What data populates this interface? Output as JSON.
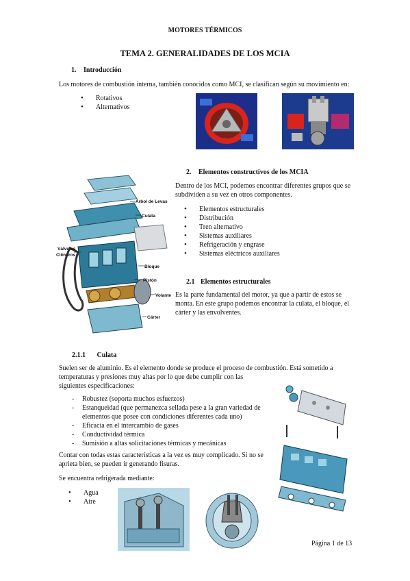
{
  "header": {
    "text": "MOTORES TÉRMICOS"
  },
  "title": "TEMA 2. GENERALIDADES DE LOS MCIA",
  "section1": {
    "number": "1.",
    "title": "Introducción",
    "paragraph": "Los motores de combustión interna, también conocidos como MCI, se clasifican según su movimiento en:",
    "items": [
      "Rotativos",
      "Alternativos"
    ]
  },
  "section2": {
    "number": "2.",
    "title": "Elementos constructivos de los MCIA",
    "paragraph_lines": [
      "Dentro de los MCI, podemos encontrar diferentes grupos que se",
      "subdividen a su vez en otros componentes."
    ],
    "items": [
      "Elementos estructurales",
      "Distribución",
      "Tren alternativo",
      "Sistemas auxiliares",
      "Refrigeración y engrase",
      "Sistemas eléctricos auxiliares"
    ]
  },
  "section21": {
    "number": "2.1",
    "title": "Elementos estructurales",
    "paragraph_lines": [
      "Es la parte fundamental del motor, ya que a partir de estos se",
      "monta. En este grupo podemos encontrar la culata, el bloque, el",
      "cárter y las envolventes."
    ]
  },
  "engine_labels": {
    "arbol": "Árbol de Levas",
    "culata": "Culata",
    "valvulas": "Válvulas",
    "cilindros": "Cilindros",
    "bloque": "Bloque",
    "piston": "Pistón",
    "volante": "Volante",
    "carter": "Cárter"
  },
  "section211": {
    "number": "2.1.1",
    "title": "Culata",
    "paragraph_lines": [
      "Suelen ser de aluminio. Es el elemento donde se produce el proceso de combustión. Está sometido a",
      "temperaturas y presiones muy altas por lo que debe cumplir con las",
      "siguientes especificaciones:"
    ],
    "specs": [
      [
        "Robustez (soporta muchos esfuerzos)"
      ],
      [
        "Estanqueidad (que permanezca sellada pese a la gran variedad de",
        "elementos que posee con condiciones diferentes cada uno)"
      ],
      [
        "Eficacia en el intercambio de gases"
      ],
      [
        "Conductividad térmica"
      ],
      [
        "Sumisión a altas solicitaciones térmicas y mecánicas"
      ]
    ],
    "paragraph2_lines": [
      "Contar con todas estas características a la vez es muy complicado. Si no se",
      "aprieta bien, se pueden ir generando fisuras."
    ],
    "cooling_intro": "Se encuentra refrigerada mediante:",
    "cooling": [
      "Agua",
      "Aire"
    ]
  },
  "footer": {
    "page": "Página 1 de 13"
  }
}
